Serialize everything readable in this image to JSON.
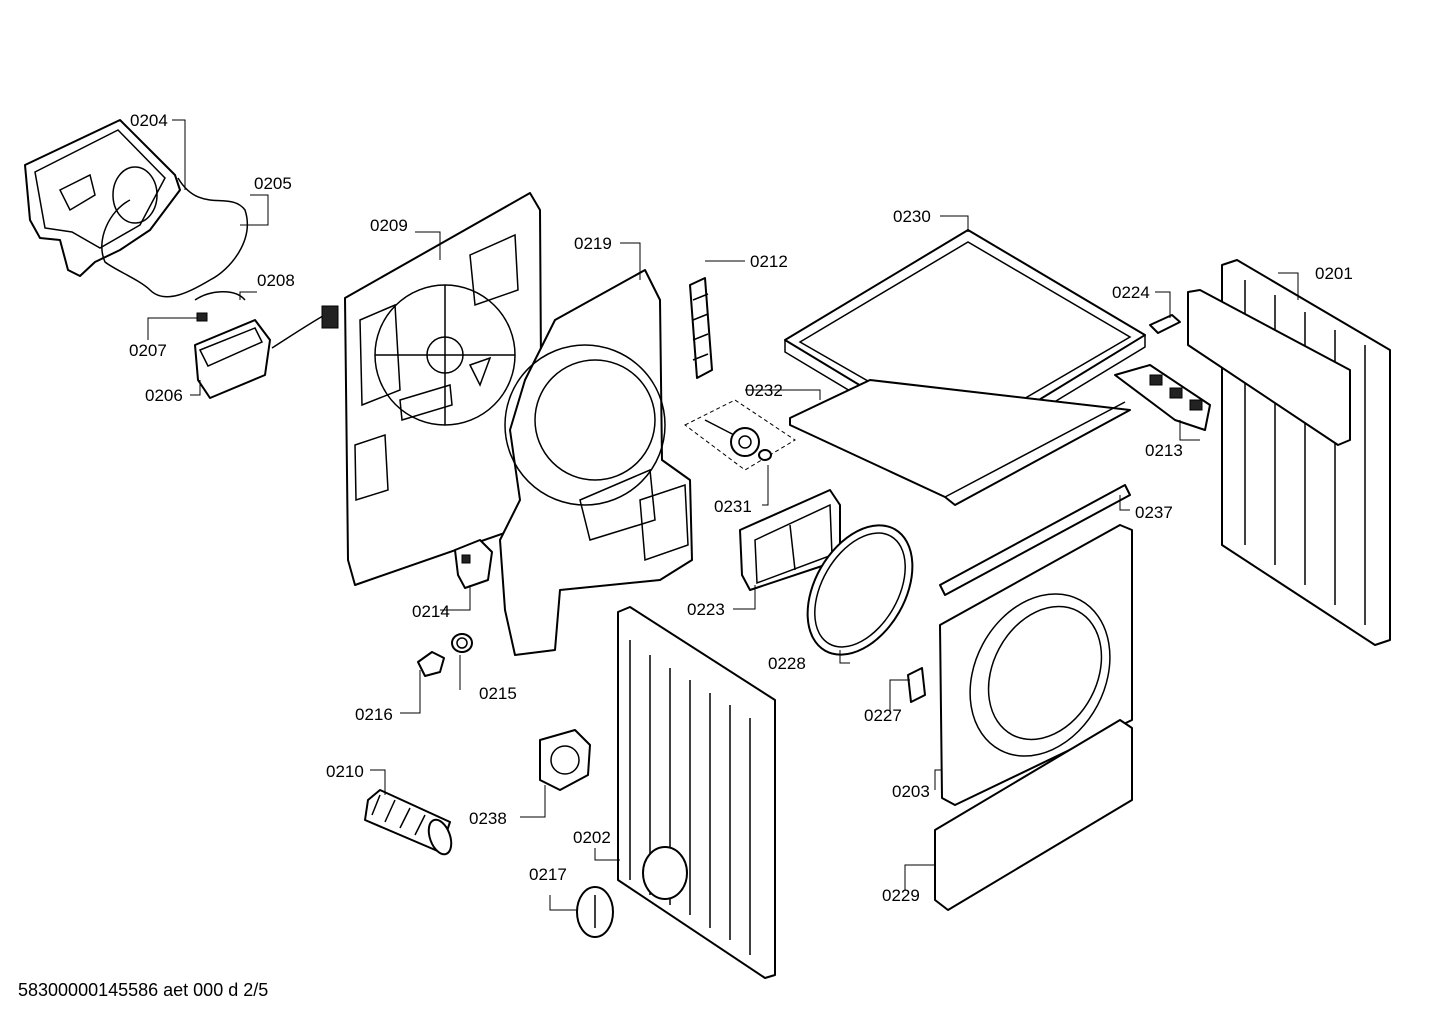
{
  "diagram": {
    "labels": {
      "p0201": "0201",
      "p0202": "0202",
      "p0203": "0203",
      "p0204": "0204",
      "p0205": "0205",
      "p0206": "0206",
      "p0207": "0207",
      "p0208": "0208",
      "p0209": "0209",
      "p0210": "0210",
      "p0212": "0212",
      "p0213": "0213",
      "p0214": "0214",
      "p0215": "0215",
      "p0216": "0216",
      "p0217": "0217",
      "p0219": "0219",
      "p0223": "0223",
      "p0224": "0224",
      "p0227": "0227",
      "p0228": "0228",
      "p0229": "0229",
      "p0230": "0230",
      "p0231": "0231",
      "p0232": "0232",
      "p0237": "0237",
      "p0238": "0238"
    }
  },
  "footer": {
    "drawing_id": "58300000145586 aet 000 d 2/5"
  }
}
